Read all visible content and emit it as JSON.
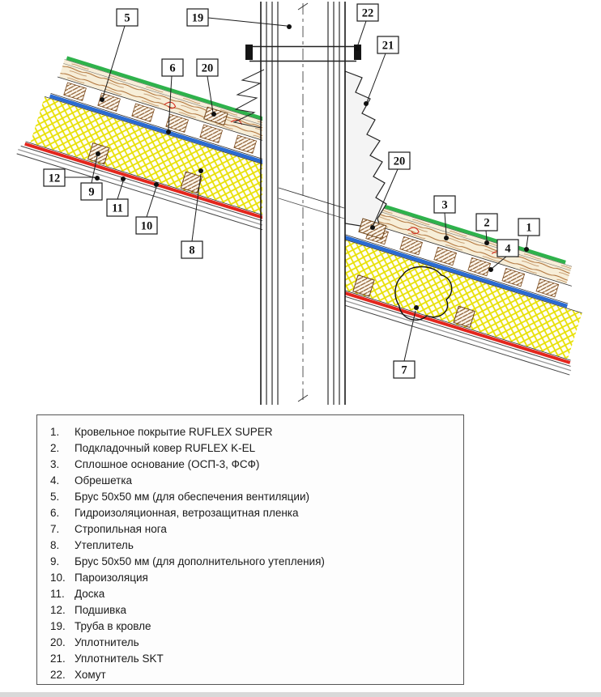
{
  "colors": {
    "cover_green": "#2eb24b",
    "film_blue": "#2a6bd2",
    "vapor_red": "#e4261d",
    "insulation_yellow": "#e8e000",
    "wood_brown": "#aa6a2f"
  },
  "callouts": [
    {
      "label": "5"
    },
    {
      "label": "19"
    },
    {
      "label": "22"
    },
    {
      "label": "21"
    },
    {
      "label": "6"
    },
    {
      "label": "20"
    },
    {
      "label": "12"
    },
    {
      "label": "9"
    },
    {
      "label": "11"
    },
    {
      "label": "10"
    },
    {
      "label": "8"
    },
    {
      "label": "20"
    },
    {
      "label": "3"
    },
    {
      "label": "2"
    },
    {
      "label": "1"
    },
    {
      "label": "4"
    },
    {
      "label": "7"
    }
  ],
  "legend": {
    "items": [
      {
        "num": "1.",
        "text": "Кровельное покрытие RUFLEX SUPER"
      },
      {
        "num": "2.",
        "text": "Подкладочный ковер RUFLEX K-EL"
      },
      {
        "num": "3.",
        "text": "Сплошное основание (ОСП-3, ФСФ)"
      },
      {
        "num": "4.",
        "text": "Обрешетка"
      },
      {
        "num": "5.",
        "text": "Брус 50х50 мм (для обеспечения вентиляции)"
      },
      {
        "num": "6.",
        "text": "Гидроизоляционная, ветрозащитная пленка"
      },
      {
        "num": "7.",
        "text": "Стропильная нога"
      },
      {
        "num": "8.",
        "text": "Утеплитель"
      },
      {
        "num": "9.",
        "text": "Брус 50х50 мм (для дополнительного утепления)"
      },
      {
        "num": "10.",
        "text": "Пароизоляция"
      },
      {
        "num": "11.",
        "text": "Доска"
      },
      {
        "num": "12.",
        "text": "Подшивка"
      },
      {
        "num": "19.",
        "text": "Труба в кровле"
      },
      {
        "num": "20.",
        "text": "Уплотнитель"
      },
      {
        "num": "21.",
        "text": "Уплотнитель SKT"
      },
      {
        "num": "22.",
        "text": "Хомут"
      }
    ]
  }
}
